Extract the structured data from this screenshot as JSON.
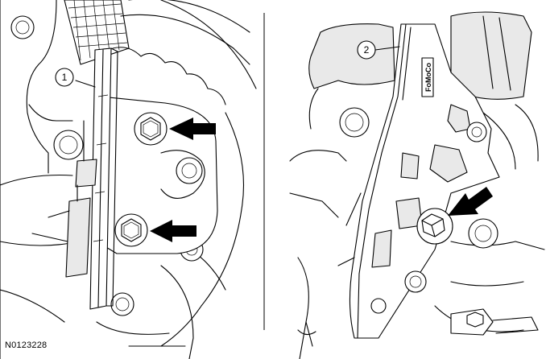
{
  "figure_id": "N0123228",
  "callouts": [
    {
      "label": "1"
    },
    {
      "label": "2"
    }
  ],
  "tool_marking": "FoMoCo",
  "colors": {
    "line": "#000000",
    "background": "#ffffff",
    "shade": "#e9e9e9"
  },
  "icons": [
    "arrow-icon",
    "hex-bolt-icon"
  ]
}
